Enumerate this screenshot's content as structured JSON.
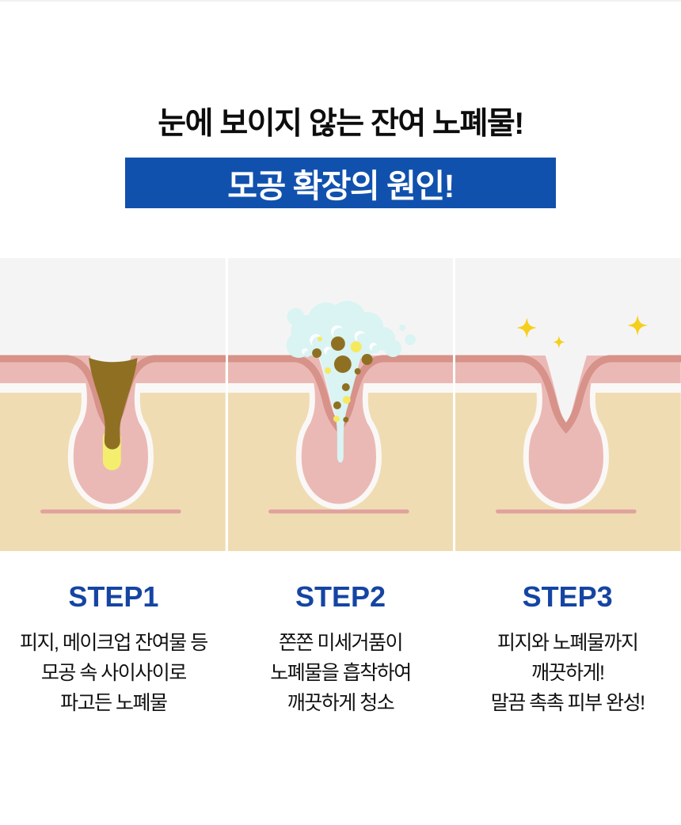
{
  "header": {
    "title": "눈에 보이지 않는 잔여 노폐물!",
    "banner": "모공 확장의 원인!"
  },
  "steps": [
    {
      "label": "STEP1",
      "illustration": "clogged-pore",
      "lines": [
        "피지, 메이크업 잔여물 등",
        "모공 속 사이사이로",
        "파고든 노폐물"
      ]
    },
    {
      "label": "STEP2",
      "illustration": "foam-absorbing-pore",
      "lines": [
        "쫀쫀 미세거품이",
        "노폐물을 흡착하여",
        "깨끗하게 청소"
      ]
    },
    {
      "label": "STEP3",
      "illustration": "clean-pore",
      "lines": [
        "피지와 노폐물까지",
        "깨끗하게!",
        "말끔 촉촉 피부 완성!"
      ]
    }
  ],
  "colors": {
    "banner_bg": "#1151ae",
    "step_label": "#1545a3",
    "title_text": "#0d0d0d",
    "desc_text": "#111111",
    "panel_bg": "#f5f4f5",
    "dermis_tan": "#f0dcb3",
    "epidermis_pink": "#ebb9b5",
    "surface_rose": "#d79289",
    "outline_white": "#faf8f6",
    "whisker_pink": "#e0a29c",
    "sebum_brown": "#8f7022",
    "sebum_tip_yellow": "#f4ee6e",
    "foam_blue": "#d9f4f3",
    "dot_yellow": "#f6e95e",
    "sparkle_gold": "#f6cf1d"
  }
}
